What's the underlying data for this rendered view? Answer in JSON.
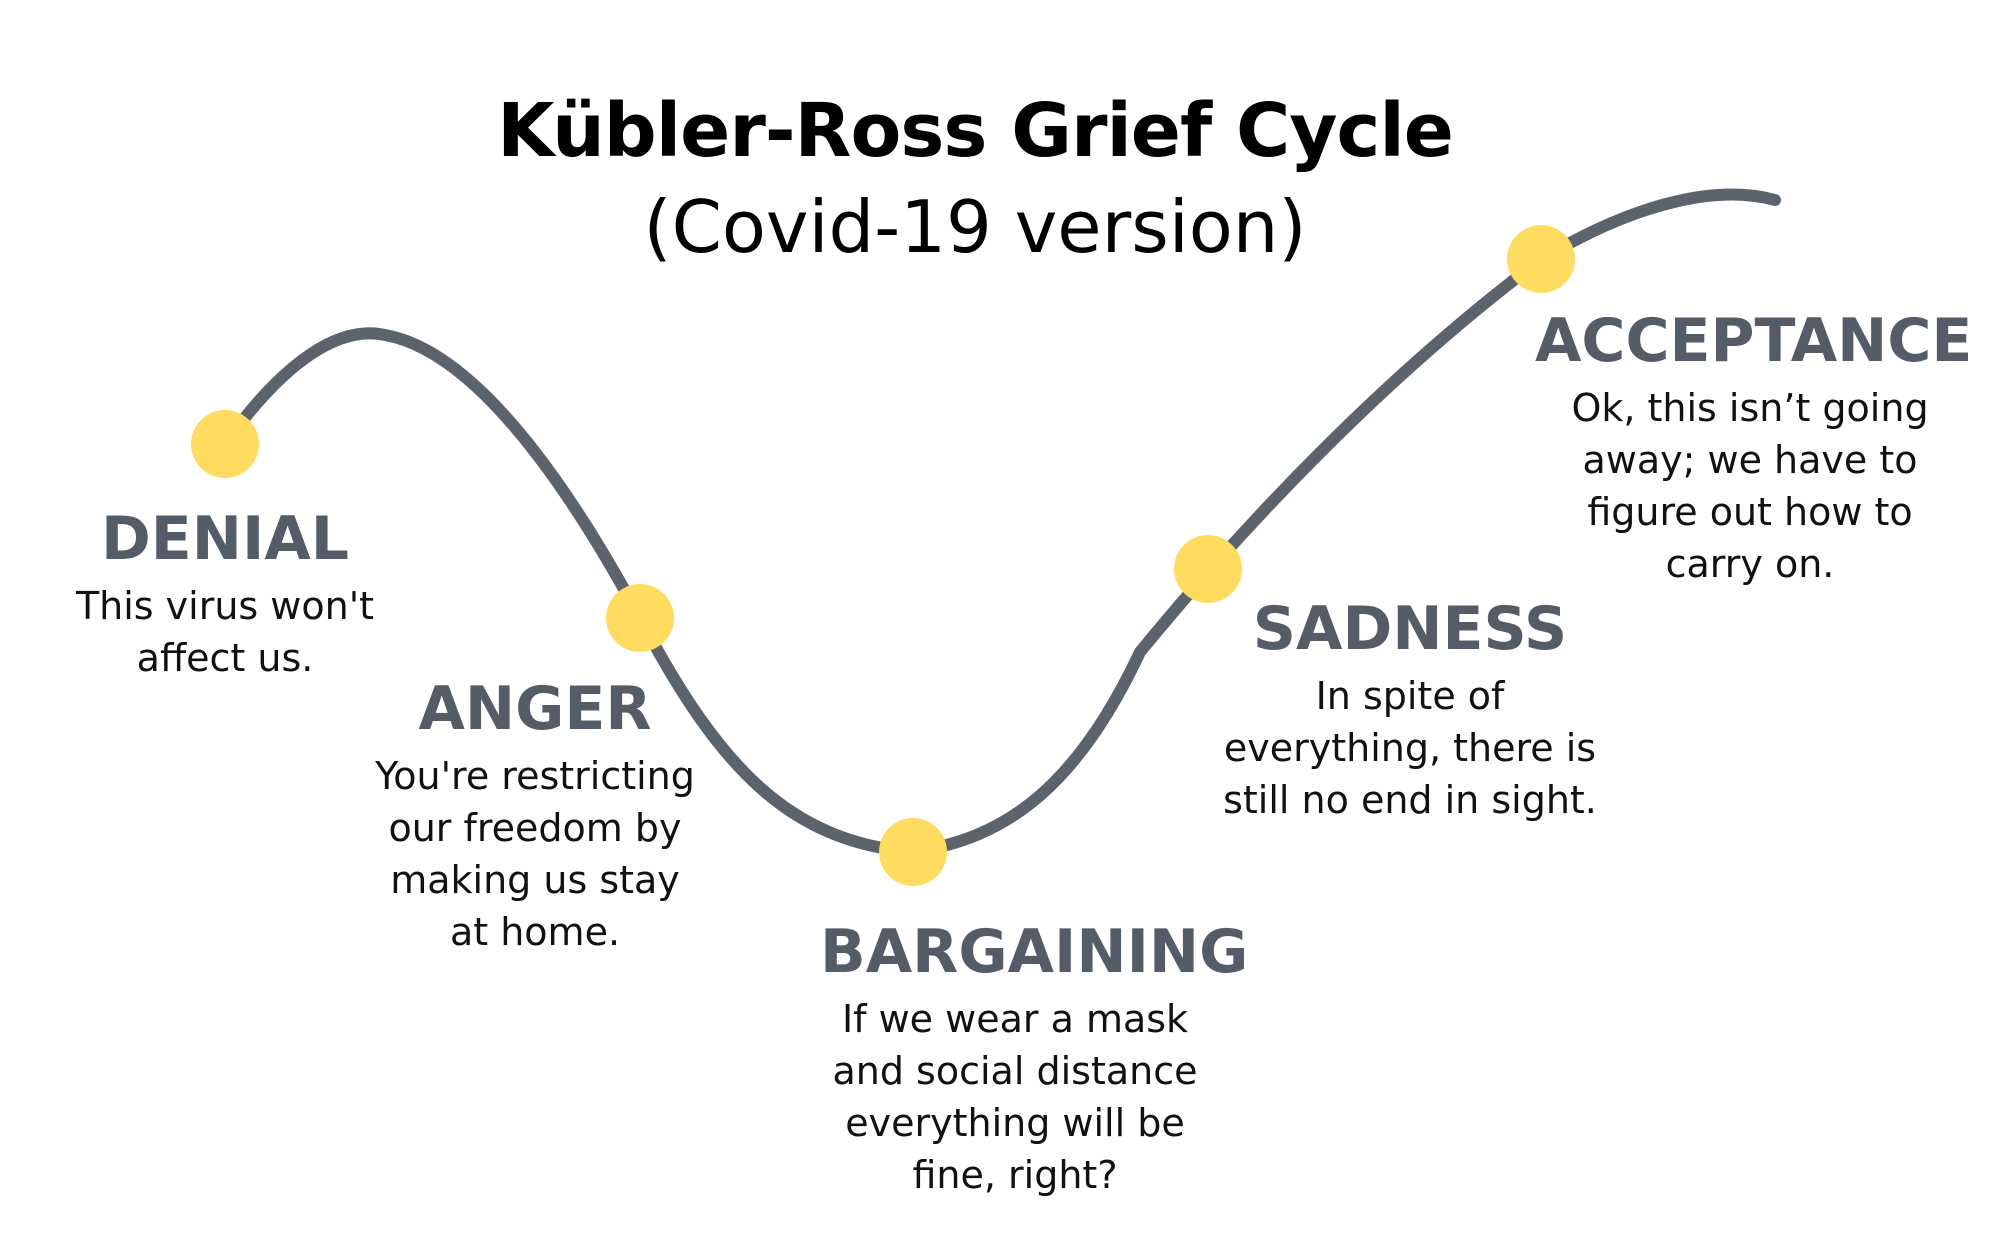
{
  "title": "Kübler-Ross Grief Cycle",
  "subtitle": "(Covid-19 version)",
  "colors": {
    "curve": "#5b646d",
    "dot": "#ffdc60",
    "stage_label": "#545d67",
    "text": "#111111"
  },
  "stages": [
    {
      "name": "DENIAL",
      "description": "This virus won't affect us."
    },
    {
      "name": "ANGER",
      "description": "You're restricting our freedom by making us stay at home."
    },
    {
      "name": "BARGAINING",
      "description": "If we wear a mask and social distance everything will be fine, right?"
    },
    {
      "name": "SADNESS",
      "description": "In spite of everything, there is still no end in sight."
    },
    {
      "name": "ACCEPTANCE",
      "description": "Ok, this isn’t going away; we have to figure out how to carry on."
    }
  ]
}
